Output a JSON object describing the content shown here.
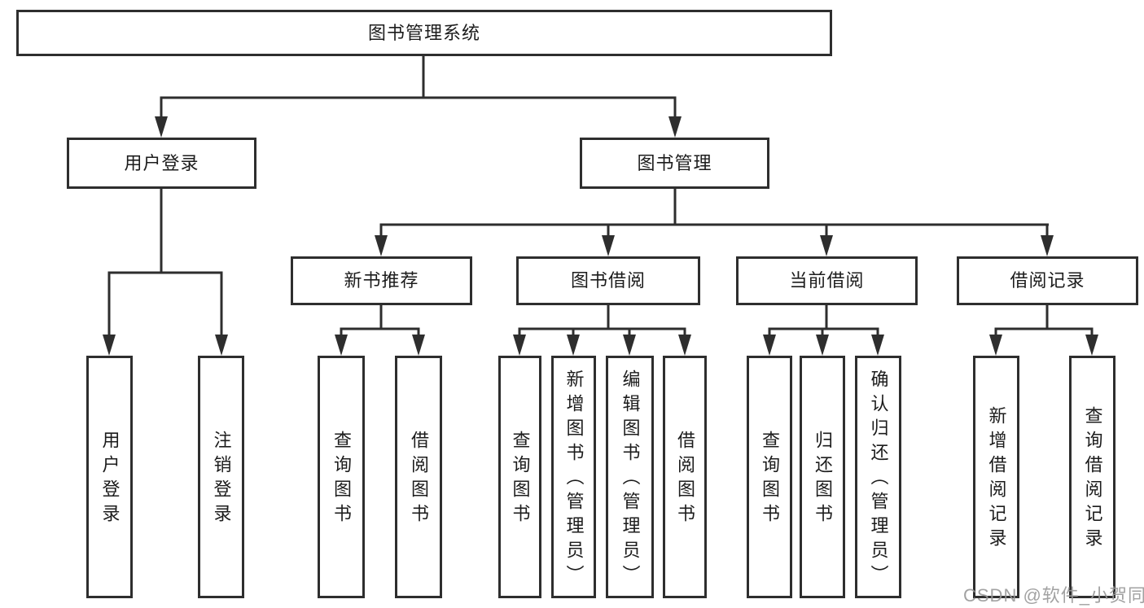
{
  "diagram": {
    "root": {
      "label": "图书管理系统"
    },
    "branches": [
      {
        "label": "用户登录",
        "children": [
          {
            "label": "用户登录"
          },
          {
            "label": "注销登录"
          }
        ]
      },
      {
        "label": "图书管理",
        "children": [
          {
            "label": "新书推荐",
            "children": [
              {
                "label": "查询图书"
              },
              {
                "label": "借阅图书"
              }
            ]
          },
          {
            "label": "图书借阅",
            "children": [
              {
                "label": "查询图书"
              },
              {
                "label": "新增图书（管理员）"
              },
              {
                "label": "编辑图书（管理员）"
              },
              {
                "label": "借阅图书"
              }
            ]
          },
          {
            "label": "当前借阅",
            "children": [
              {
                "label": "查询图书"
              },
              {
                "label": "归还图书"
              },
              {
                "label": "确认归还（管理员）"
              }
            ]
          },
          {
            "label": "借阅记录",
            "children": [
              {
                "label": "新增借阅记录"
              },
              {
                "label": "查询借阅记录"
              }
            ]
          }
        ]
      }
    ]
  },
  "watermark": {
    "text": "CSDN @软件_小贺同学"
  },
  "colors": {
    "line": "#2e2e2e",
    "text": "#1c1c1c",
    "background": "#ffffff",
    "watermark": "#989898"
  }
}
